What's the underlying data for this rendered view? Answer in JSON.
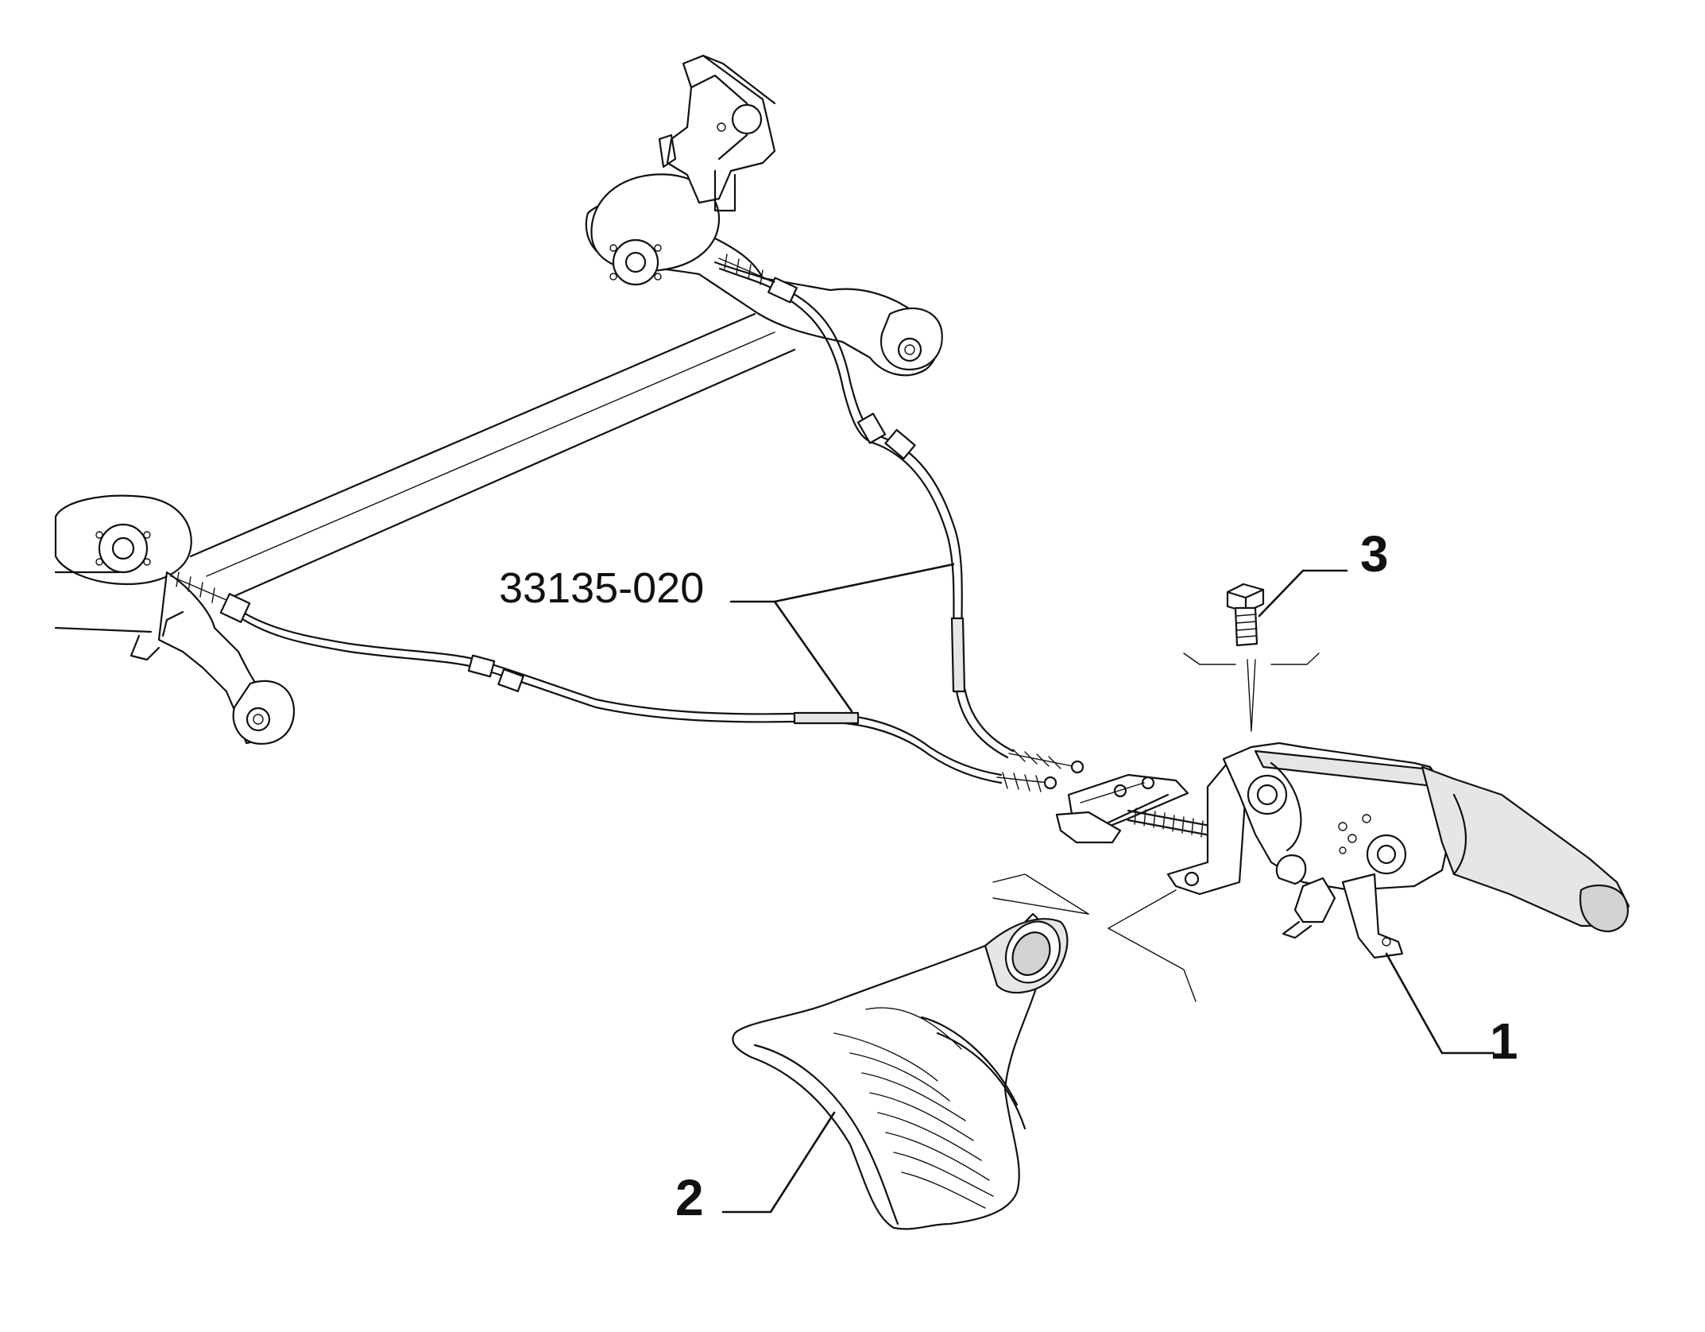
{
  "callouts": {
    "part_1": "1",
    "part_2": "2",
    "part_3": "3",
    "cable_ref": "33135-020"
  },
  "colors": {
    "line": "#111111",
    "background": "#ffffff",
    "shade": "#e6e6e6"
  }
}
